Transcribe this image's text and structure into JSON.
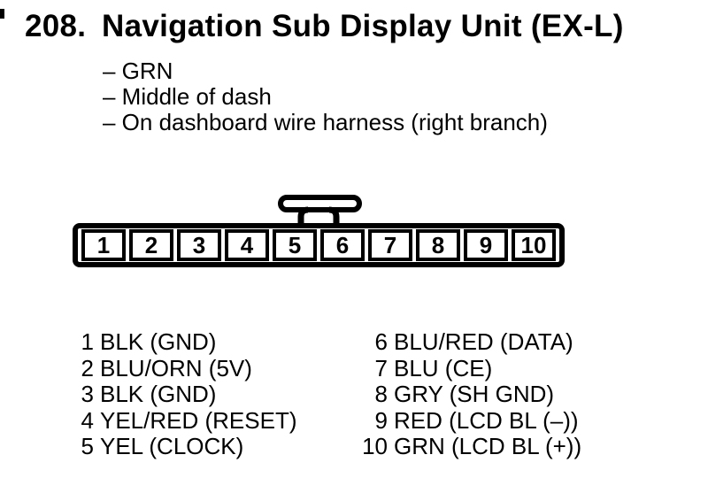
{
  "colors": {
    "ink": "#000000",
    "paper": "#ffffff"
  },
  "header": {
    "number": "208.",
    "title": "Navigation Sub Display Unit (EX-L)"
  },
  "details": [
    "– GRN",
    "– Middle of dash",
    "– On dashboard wire harness (right branch)"
  ],
  "connector": {
    "latch_icon": "t-shaped-latch",
    "pins": [
      "1",
      "2",
      "3",
      "4",
      "5",
      "6",
      "7",
      "8",
      "9",
      "10"
    ]
  },
  "pinout": {
    "left": [
      {
        "pin": "1",
        "label": "BLK (GND)"
      },
      {
        "pin": "2",
        "label": "BLU/ORN (5V)"
      },
      {
        "pin": "3",
        "label": "BLK (GND)"
      },
      {
        "pin": "4",
        "label": "YEL/RED (RESET)"
      },
      {
        "pin": "5",
        "label": "YEL (CLOCK)"
      }
    ],
    "right": [
      {
        "pin": "6",
        "label": "BLU/RED (DATA)"
      },
      {
        "pin": "7",
        "label": "BLU (CE)"
      },
      {
        "pin": "8",
        "label": "GRY (SH GND)"
      },
      {
        "pin": "9",
        "label": "RED (LCD BL (–))"
      },
      {
        "pin": "10",
        "label": "GRN (LCD BL (+))"
      }
    ]
  }
}
